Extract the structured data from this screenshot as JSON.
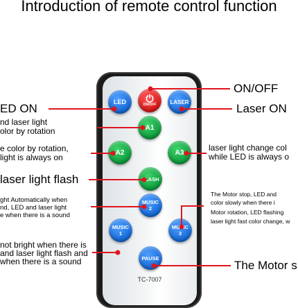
{
  "title": "Introduction of remote control function",
  "remote": {
    "model": "TC-7007",
    "buttons": {
      "led": "LED",
      "onoff_symbol": "⏻",
      "onoff": "ON/OFF",
      "laser": "LASER",
      "a1": "A1",
      "a2": "A2",
      "a3": "A3",
      "flash": "FLASH",
      "music2_top": "MUSIC",
      "music2_num": "2",
      "music1_top": "MUSIC",
      "music1_num": "1",
      "music3_top": "MUSIC",
      "music3_num": "3",
      "pause": "PAUSE"
    }
  },
  "labels": {
    "on_off": "ON/OFF",
    "laser_on": "Laser ON",
    "led_on": "ED ON",
    "a1_line1": "nd laser light",
    "a1_line2": "olor by rotation",
    "a2_line1": "e color by rotation,",
    "a2_line2": "light is always on",
    "a3_line1": "laser light change col",
    "a3_line2": "while LED is always o",
    "flash": "laser light flash",
    "music2_line1": "ght Automatically when",
    "music2_line2": "nd, LED and laser light",
    "music2_line3": "e when there is a sound",
    "music3_line1": "The Motor stop, LED and",
    "music3_line2": "color slowly when there i",
    "music3_line3": "Motor rotation, LED flashing",
    "music3_line4": "laser light fast color change, w",
    "music1_line1": "not bright when there is",
    "music1_line2": "and laser light flash and",
    "music1_line3": "when there is a sound",
    "pause": "The Motor s"
  },
  "colors": {
    "blue_button": "#1367d6",
    "green_button": "#0d9a3c",
    "red_button": "#d51717",
    "pointer_line": "#e0141e"
  }
}
